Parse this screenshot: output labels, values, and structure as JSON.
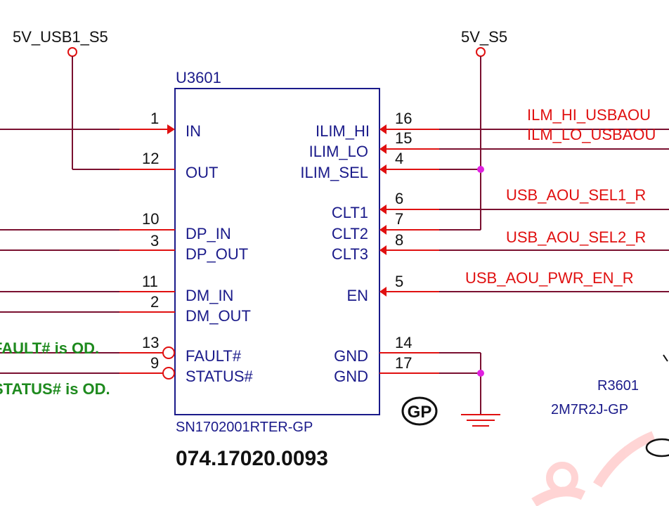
{
  "power": {
    "left": "5V_USB1_S5",
    "right": "5V_S5"
  },
  "chip": {
    "ref": "U3601",
    "part_name": "SN1702001RTER-GP",
    "part_number": "074.17020.0093",
    "left_pins": [
      {
        "num": "1",
        "name": "IN"
      },
      {
        "num": "12",
        "name": "OUT"
      },
      {
        "num": "10",
        "name": "DP_IN"
      },
      {
        "num": "3",
        "name": "DP_OUT"
      },
      {
        "num": "11",
        "name": "DM_IN"
      },
      {
        "num": "2",
        "name": "DM_OUT"
      },
      {
        "num": "13",
        "name": "FAULT#"
      },
      {
        "num": "9",
        "name": "STATUS#"
      }
    ],
    "right_pins": [
      {
        "num": "16",
        "name": "ILIM_HI"
      },
      {
        "num": "15",
        "name": "ILIM_LO"
      },
      {
        "num": "4",
        "name": "ILIM_SEL"
      },
      {
        "num": "6",
        "name": "CLT1"
      },
      {
        "num": "7",
        "name": "CLT2"
      },
      {
        "num": "8",
        "name": "CLT3"
      },
      {
        "num": "5",
        "name": "EN"
      },
      {
        "num": "14",
        "name": "GND"
      },
      {
        "num": "17",
        "name": "GND"
      }
    ]
  },
  "nets": {
    "ilm_hi": "ILM_HI_USBAOU",
    "ilm_lo": "ILM_LO_USBAOU",
    "sel1": "USB_AOU_SEL1_R",
    "sel2": "USB_AOU_SEL2_R",
    "pwr_en": "USB_AOU_PWR_EN_R"
  },
  "notes": {
    "fault": "FAULT# is OD.",
    "status": "STATUS# is OD."
  },
  "gp_badge": "GP",
  "resistor": {
    "ref": "R3601",
    "value": "2M7R2J-GP"
  },
  "colors": {
    "wire": "#7a1030",
    "pin": "#e01010",
    "body": "#1a1a8a",
    "note": "#1e8a1e",
    "junction": "#e020e0"
  }
}
